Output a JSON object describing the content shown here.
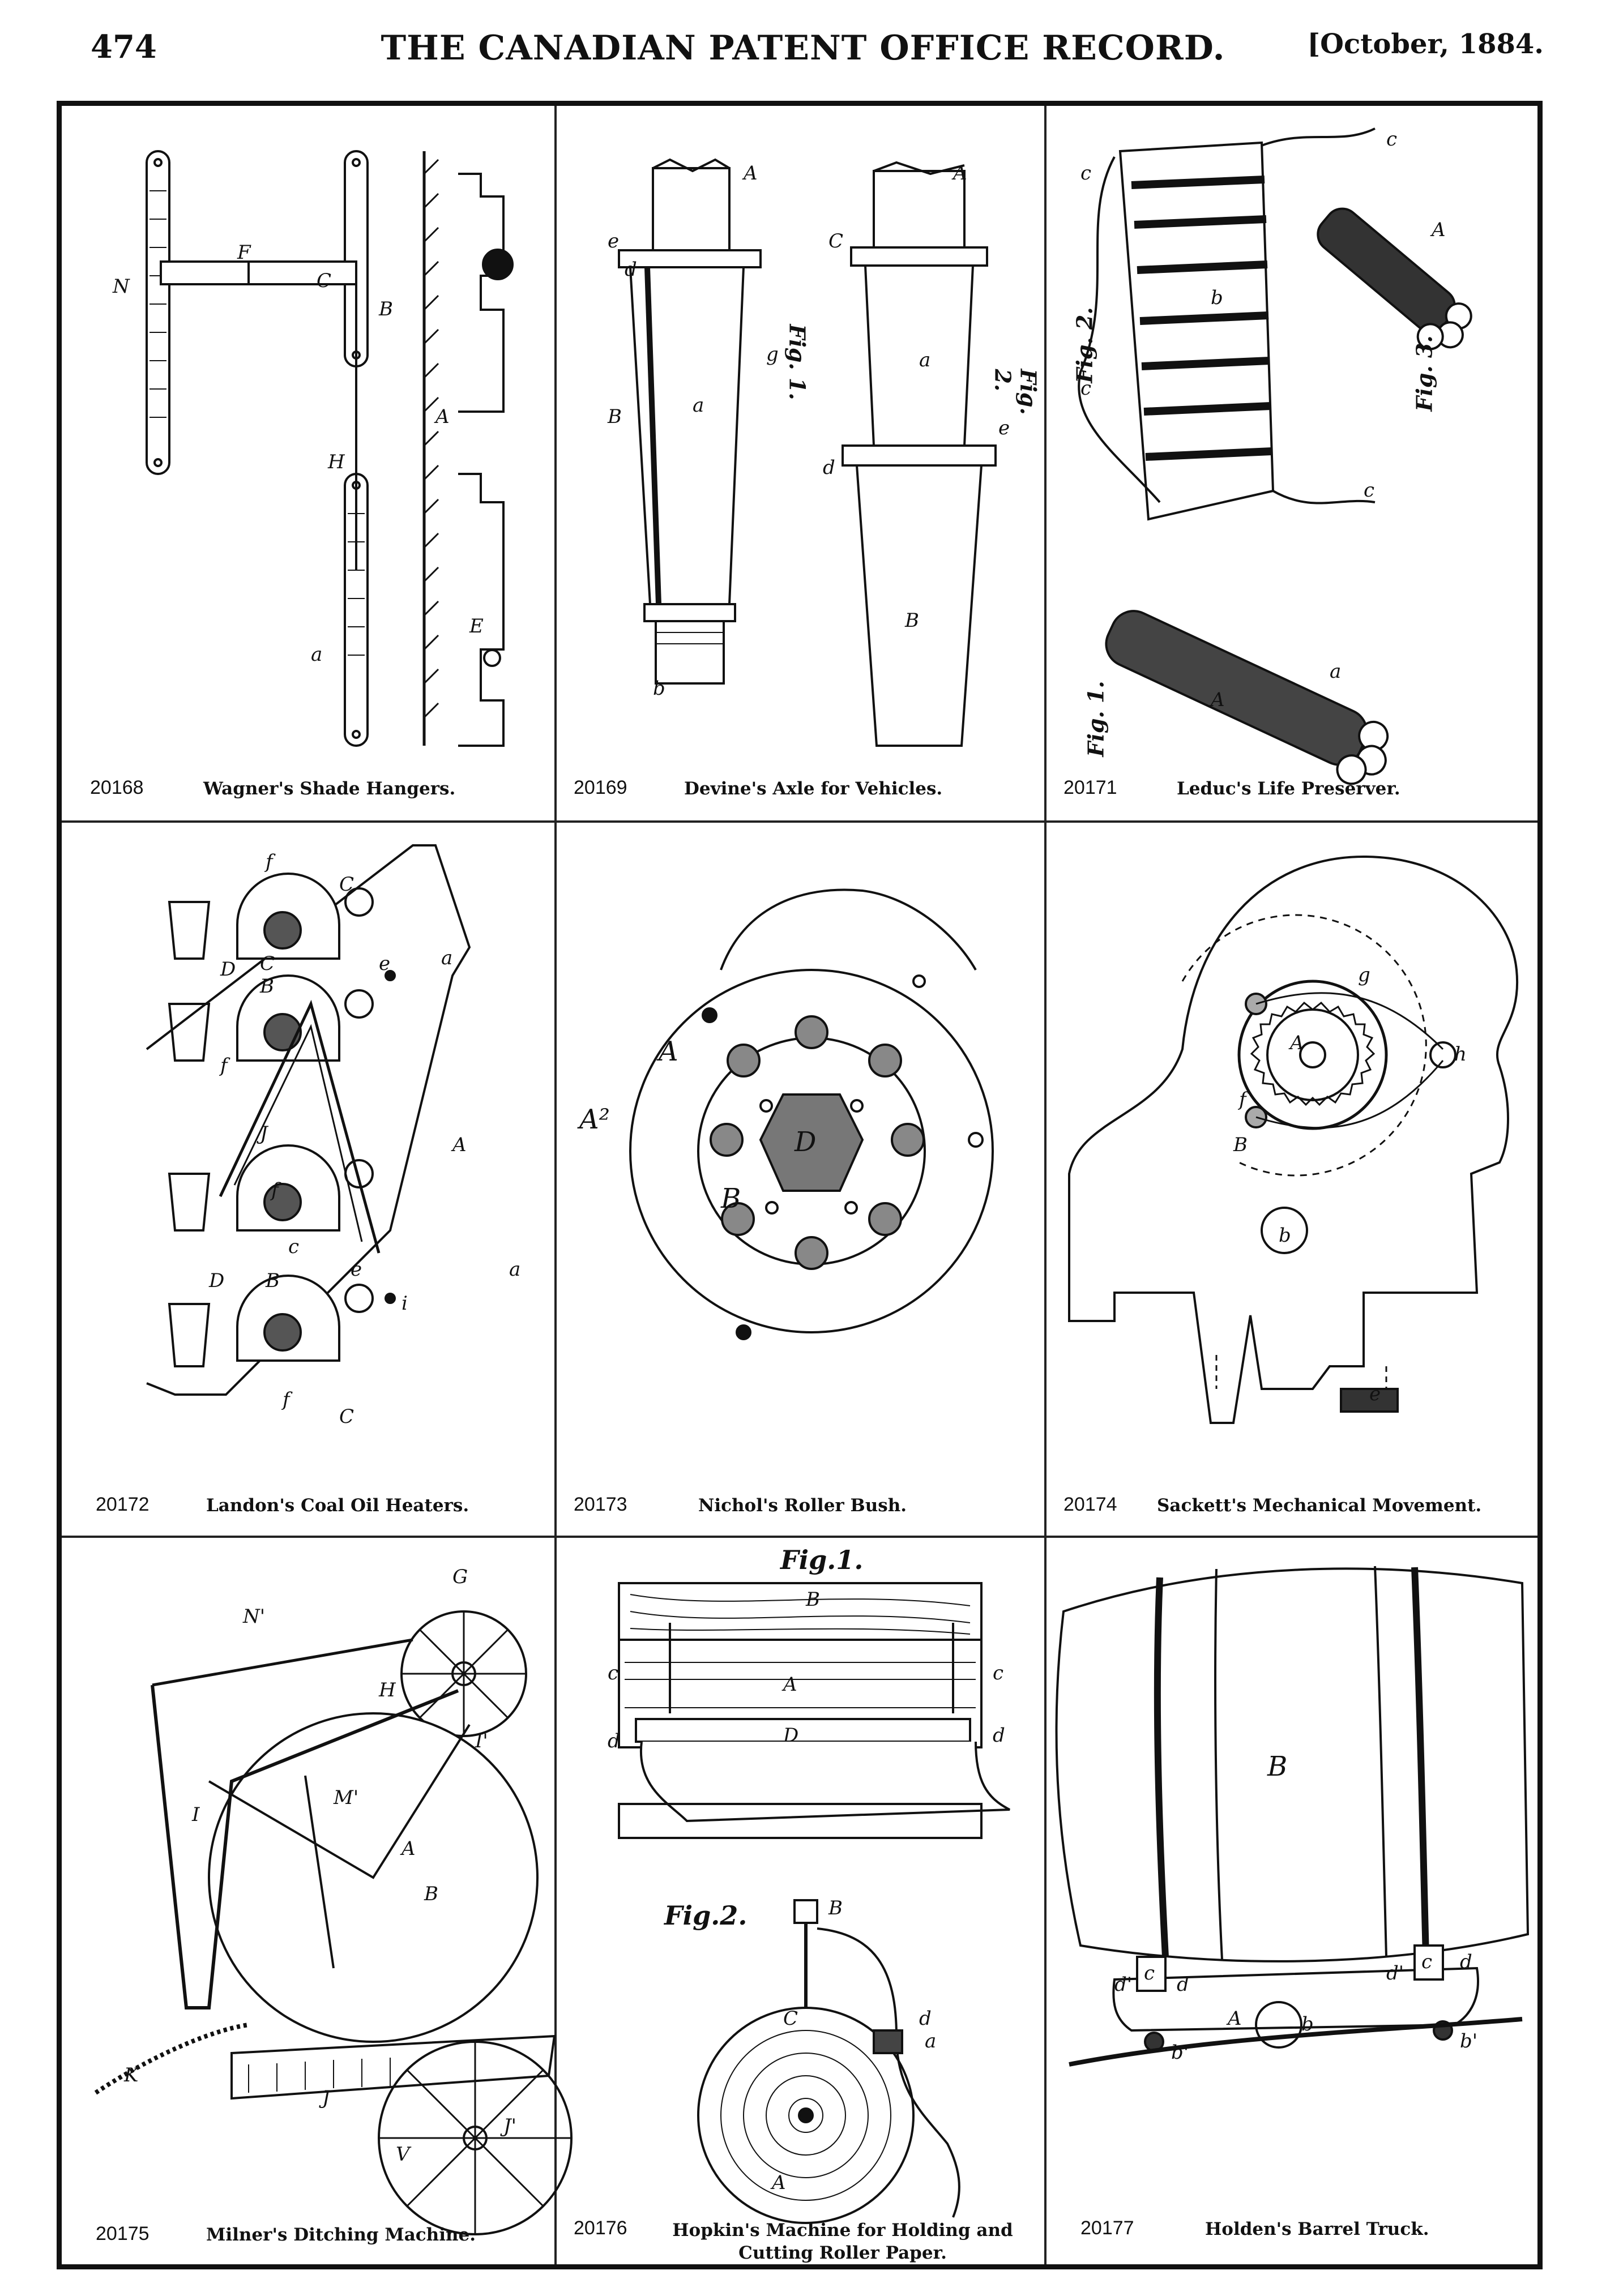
{
  "header": {
    "page_number": "474",
    "title": "THE CANADIAN PATENT OFFICE RECORD.",
    "date": "[October, 1884."
  },
  "patents": [
    {
      "number": "20168",
      "title": "Wagner's Shade Hangers."
    },
    {
      "number": "20169",
      "title": "Devine's Axle for Vehicles."
    },
    {
      "number": "20171",
      "title": "Leduc's Life Preserver."
    },
    {
      "number": "20172",
      "title": "Landon's Coal Oil Heaters."
    },
    {
      "number": "20173",
      "title": "Nichol's Roller Bush."
    },
    {
      "number": "20174",
      "title": "Sackett's Mechanical Movement."
    },
    {
      "number": "20175",
      "title": "Milner's Ditching Machine."
    },
    {
      "number": "20176",
      "title": "Hopkin's Machine for Holding and Cutting Roller Paper."
    },
    {
      "number": "20177",
      "title": "Holden's Barrel Truck."
    }
  ],
  "figure_labels": {
    "fig1": "Fig. 1.",
    "fig2": "Fig. 2.",
    "fig3": "Fig. 3.",
    "fig_1": "Fig.1.",
    "fig_2": "Fig.2."
  }
}
